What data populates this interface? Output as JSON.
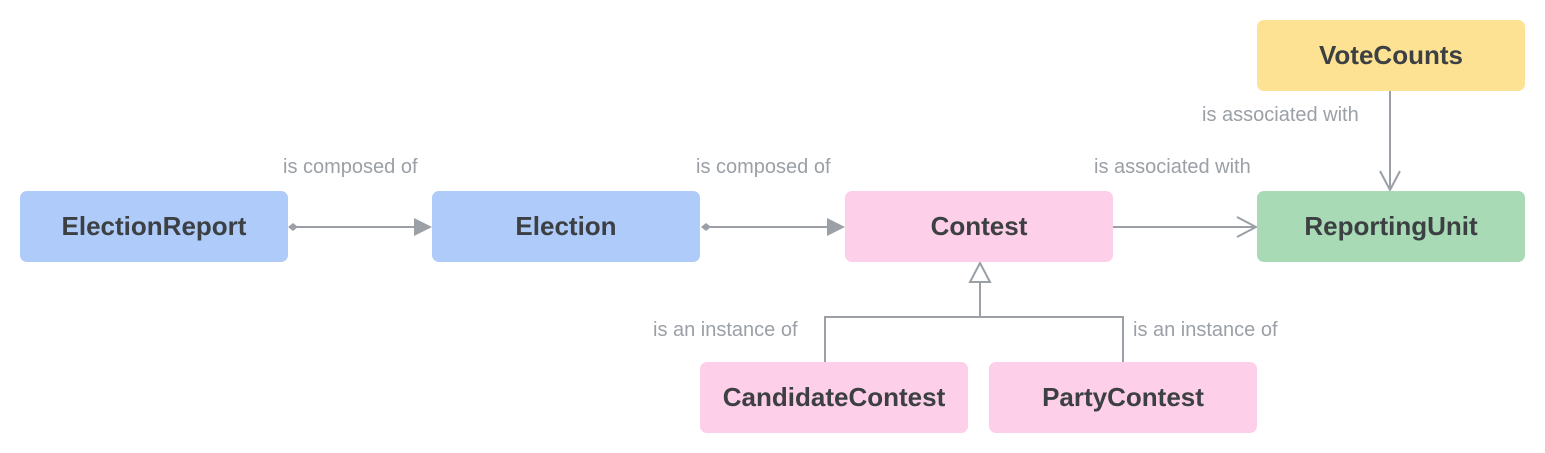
{
  "nodes": {
    "election_report": "ElectionReport",
    "election": "Election",
    "contest": "Contest",
    "reporting_unit": "ReportingUnit",
    "vote_counts": "VoteCounts",
    "candidate_contest": "CandidateContest",
    "party_contest": "PartyContest"
  },
  "edges": {
    "report_election": "is composed of",
    "election_contest": "is composed of",
    "contest_unit": "is associated with",
    "votecounts_unit": "is associated with",
    "candidate_contest": "is an instance of",
    "party_contest": "is an instance of"
  },
  "colors": {
    "election_nodes": "#aecbfa",
    "contest_nodes": "#fdcfe8",
    "reporting_unit": "#a8dab5",
    "vote_counts": "#fde293",
    "connector": "#9aa0a6"
  }
}
